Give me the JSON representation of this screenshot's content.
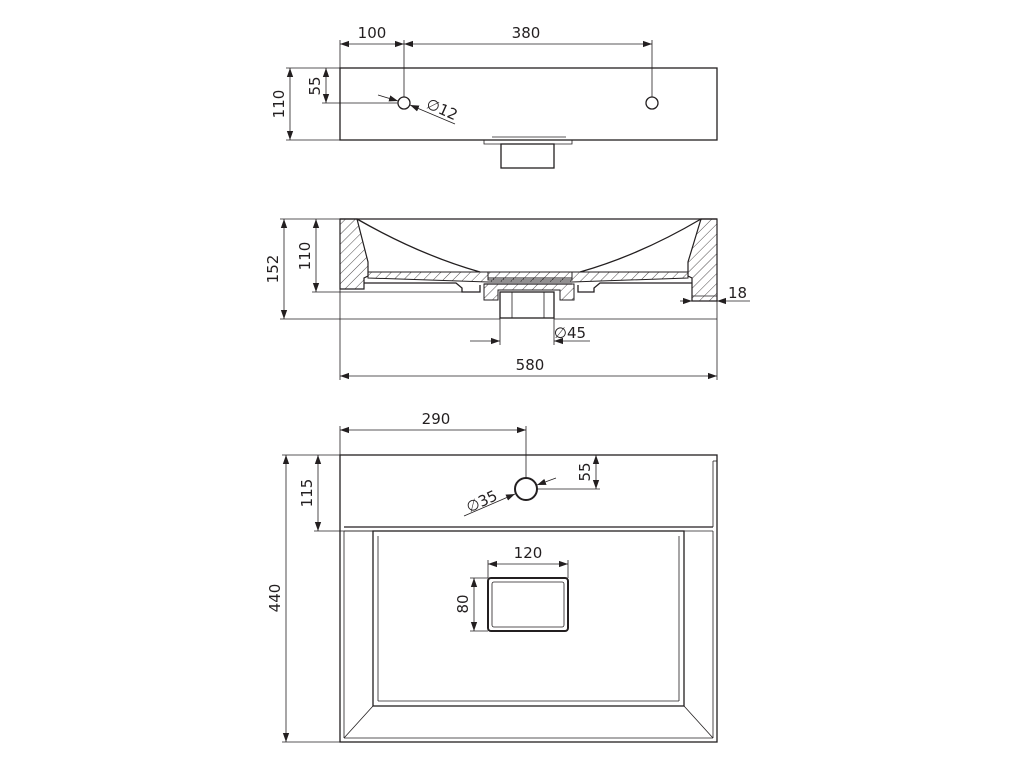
{
  "top_view": {
    "dim_hole_offset": "100",
    "dim_hole_spacing": "380",
    "dim_depth": "110",
    "dim_hole_depth": "55",
    "dim_hole_diameter": "∅12"
  },
  "section_view": {
    "dim_total_height": "152",
    "dim_basin_height": "110",
    "dim_wall": "18",
    "dim_drain_diameter": "∅45",
    "dim_total_width": "580"
  },
  "plan_view": {
    "dim_tap_hole_offset": "290",
    "dim_deck_depth": "115",
    "dim_total_depth": "440",
    "dim_tap_hole_depth": "55",
    "dim_tap_hole_diameter": "∅35",
    "dim_drain_width": "120",
    "dim_drain_depth": "80"
  },
  "colors": {
    "line": "#231f20",
    "background": "#ffffff"
  }
}
